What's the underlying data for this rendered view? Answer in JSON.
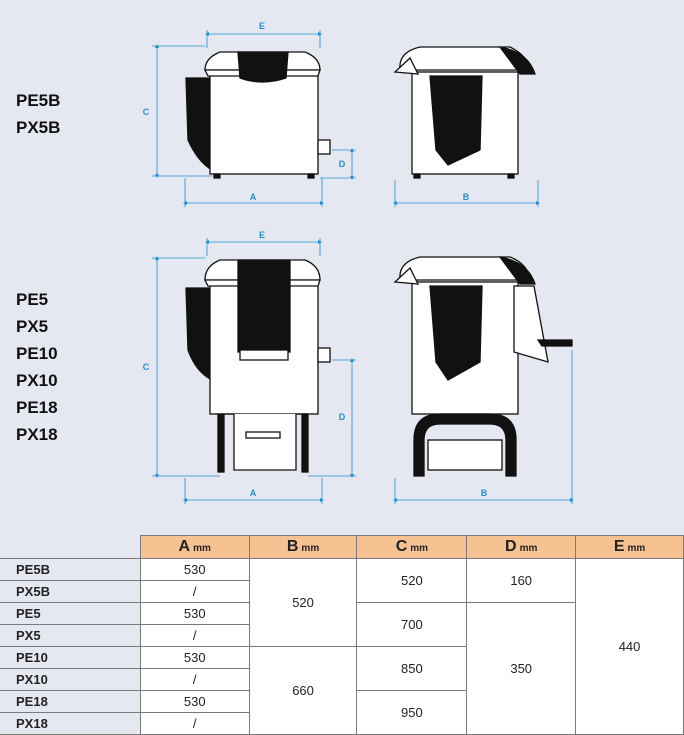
{
  "group_top_models": [
    "PE5B",
    "PX5B"
  ],
  "group_bottom_models": [
    "PE5",
    "PX5",
    "PE10",
    "PX10",
    "PE18",
    "PX18"
  ],
  "dim_labels": {
    "a": "A",
    "b": "B",
    "c": "C",
    "d": "D",
    "e": "E"
  },
  "table": {
    "headers": [
      {
        "letter": "A",
        "unit": "mm"
      },
      {
        "letter": "B",
        "unit": "mm"
      },
      {
        "letter": "C",
        "unit": "mm"
      },
      {
        "letter": "D",
        "unit": "mm"
      },
      {
        "letter": "E",
        "unit": "mm"
      }
    ],
    "models": [
      "PE5B",
      "PX5B",
      "PE5",
      "PX5",
      "PE10",
      "PX10",
      "PE18",
      "PX18"
    ],
    "a_values": [
      "530",
      "/",
      "530",
      "/",
      "530",
      "/",
      "530",
      "/"
    ],
    "b_values": [
      "520",
      "660"
    ],
    "c_values": [
      "520",
      "700",
      "850",
      "950"
    ],
    "d_values": [
      "160",
      "350"
    ],
    "e_value": "440"
  },
  "colors": {
    "background": "#e6e8f1",
    "header": "#f7c292",
    "dimension": "#1e8fd0"
  }
}
